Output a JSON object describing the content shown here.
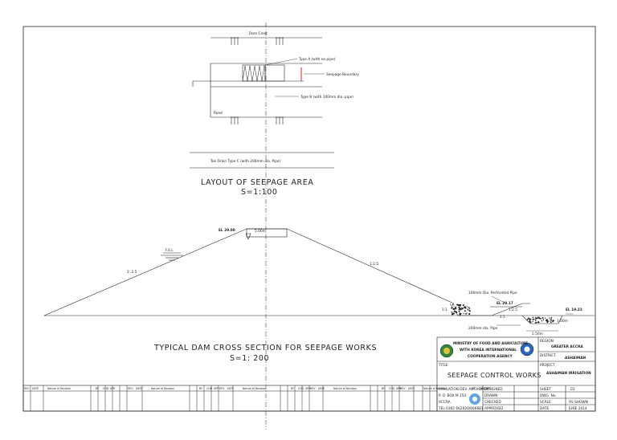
{
  "layout_view": {
    "dam_crest_label": "Dam Crest",
    "type_a_label": "Type A (with no pipe)",
    "seepage_boundary_label": "Seepage Boundary",
    "type_b_label": "Type B (with 100mm dia. pipe)",
    "road_label": "Road",
    "toe_drain_label": "Toe Drain Type C (with 200mm dia. Pipe)",
    "title": "LAYOUT OF SEEPAGE AREA",
    "scale": "S=1:100"
  },
  "section_view": {
    "crest_level": "EL 29.00",
    "crest_width": "5.00m",
    "fsl_label": "F.S.L",
    "upstream_slope": "1: 2.5",
    "downstream_slope": "1:2.5",
    "perforated_pipe_label": "100mm Dia. Perforated Pipe",
    "berm_level": "EL 20.17",
    "berm_slope": "1:2.5",
    "toe_level": "EL 19.23",
    "toe_slope_left": "1:1",
    "toe_slope_mid": "1:1",
    "toe_slope_right": "1:1",
    "toe_width": "1.00m",
    "pipe_200_label": "200mm dia. Pipe",
    "bottom_width": "1.50m",
    "title": "TYPICAL DAM CROSS SECTION FOR SEEPAGE WORKS",
    "scale": "S=1: 200"
  },
  "title_block": {
    "ministry": "MINISTRY OF FOOD AND AGRICULTURE",
    "with_line": "WITH KOREA INTERNATIONAL",
    "agency": "COOPERATION AGENCY",
    "region_label": "REGION",
    "region_value": "GREATER ACCRA",
    "district_label": "DISTRICT",
    "district_value": "ASHAIMAN",
    "project_label": "PROJECT",
    "project_value": "ASHAIMAN IRRIGATION",
    "title_label": "TITLE",
    "drawing_title": "SEEPAGE CONTROL WORKS",
    "address_1": "IRRIGATION DEV. AUTHORITY",
    "address_2": "P. O. BOX M.154",
    "address_3": "ACCRA",
    "address_4": "TEL 0302 662020/666681",
    "roles": [
      "DESIGNED",
      "DRAWN",
      "CHECKED",
      "APPROVED"
    ],
    "sheet_label": "SHEET",
    "sheet_value": "01",
    "dwg_label": "DWG. No.",
    "dwg_value": "",
    "scale_label": "SCALE",
    "scale_value": "AS SHOWN",
    "date_label": "DATE",
    "date_value": "JUNE 2014"
  },
  "revision_block": {
    "columns": [
      "REV",
      "DATE",
      "Nature of Revision",
      "BY",
      "CHD",
      "APR"
    ]
  }
}
